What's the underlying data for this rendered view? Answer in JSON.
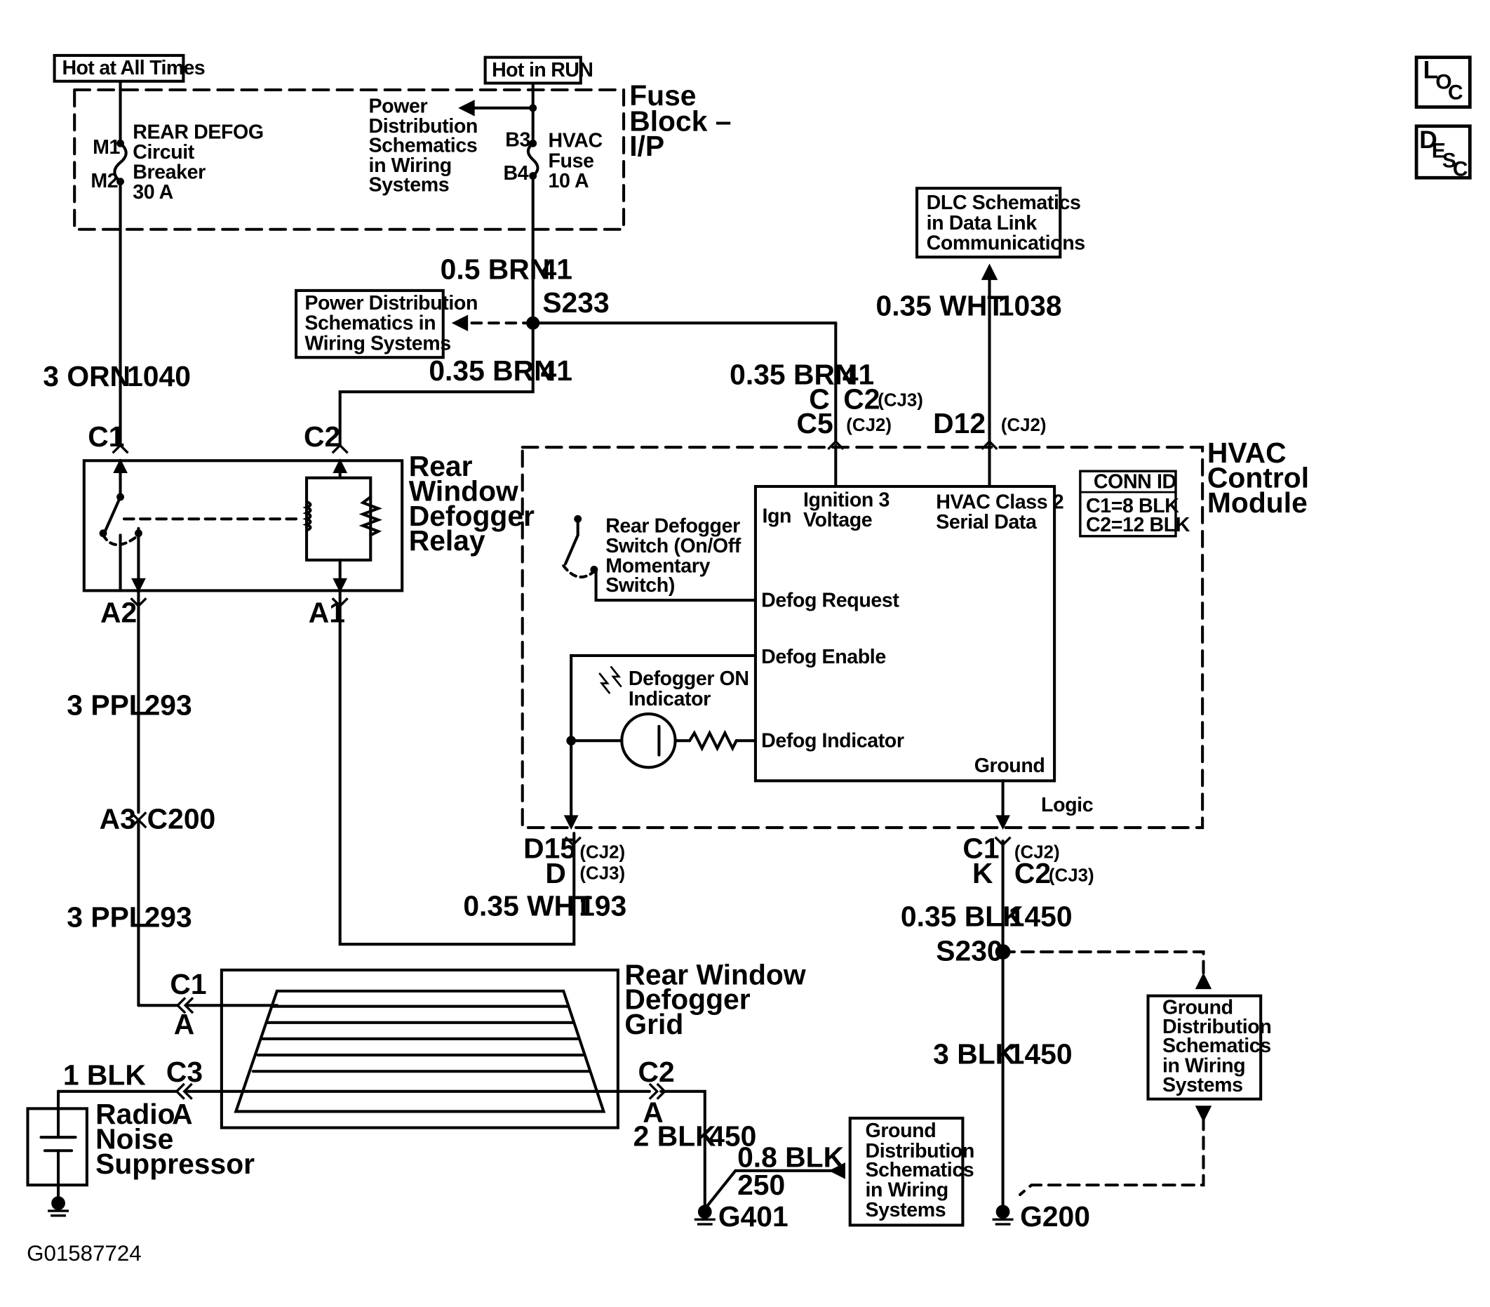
{
  "labels": {
    "hot_at_all_times": "Hot at All Times",
    "hot_in_run": "Hot in RUN",
    "fuse_block": [
      "Fuse",
      "Block –",
      "I/P"
    ],
    "m1": "M1",
    "m2": "M2",
    "rear_defog_breaker": [
      "REAR DEFOG",
      "Circuit",
      "Breaker",
      "30 A"
    ],
    "pd_schematics_top": [
      "Power",
      "Distribution",
      "Schematics",
      "in Wiring",
      "Systems"
    ],
    "b3": "B3",
    "b4": "B4",
    "hvac_fuse": [
      "HVAC",
      "Fuse",
      "10 A"
    ],
    "wire_05_brn": "0.5 BRN",
    "c41_a": "41",
    "s233": "S233",
    "pd_schematics_box": [
      "Power Distribution",
      "Schematics in",
      "Wiring Systems"
    ],
    "wire_3_orn": "3 ORN",
    "c1040": "1040",
    "wire_035_brn_a": "0.35 BRN",
    "c41_b": "41",
    "relay_c1": "C1",
    "relay_c2": "C2",
    "relay_name": [
      "Rear",
      "Window",
      "Defogger",
      "Relay"
    ],
    "relay_a2": "A2",
    "relay_a1": "A1",
    "wire_3_ppl_a": "3 PPL",
    "c293_a": "293",
    "a3": "A3",
    "c200": "C200",
    "wire_3_ppl_b": "3 PPL",
    "c293_b": "293",
    "dlc_schematics": [
      "DLC Schematics",
      "in Data Link",
      "Communications"
    ],
    "wire_035_wht_top": "0.35 WHT",
    "c1038": "1038",
    "wire_035_brn_b": "0.35 BRN",
    "c41_c": "41",
    "pin_c": "C",
    "pin_c2": "C2",
    "cj3": "(CJ3)",
    "pin_c5": "C5",
    "cj2": "(CJ2)",
    "pin_d12": "D12",
    "hvac_module": [
      "HVAC",
      "Control",
      "Module"
    ],
    "conn_id_title": "CONN ID",
    "conn_id_rows": [
      "C1=8 BLK",
      "C2=12 BLK"
    ],
    "ignition3": [
      "Ignition 3",
      "Voltage"
    ],
    "ign": "Ign",
    "hvac_class2": [
      "HVAC Class 2",
      "Serial Data"
    ],
    "rear_defogger_switch": [
      "Rear Defogger",
      "Switch (On/Off",
      "Momentary",
      "Switch)"
    ],
    "defog_request": "Defog Request",
    "defog_enable": "Defog Enable",
    "defogger_on": [
      "Defogger ON",
      "Indicator"
    ],
    "defog_indicator": "Defog Indicator",
    "ground": "Ground",
    "logic": "Logic",
    "pin_d15": "D15",
    "pin_d": "D",
    "wire_035_wht_b": "0.35 WHT",
    "c193": "193",
    "pin_c1_b": "C1",
    "pin_k": "K",
    "pin_c2_b": "C2",
    "wire_035_blk": "0.35 BLK",
    "c1450_a": "1450",
    "s230": "S230",
    "ground_dist_right": [
      "Ground",
      "Distribution",
      "Schematics",
      "in Wiring",
      "Systems"
    ],
    "wire_3_blk": "3 BLK",
    "c1450_b": "1450",
    "grid_c1": "C1",
    "grid_a_left": "A",
    "grid_name": [
      "Rear Window",
      "Defogger",
      "Grid"
    ],
    "wire_1_blk": "1 BLK",
    "grid_c3": "C3",
    "grid_a_c3": "A",
    "grid_c2": "C2",
    "grid_a_c2": "A",
    "radio_noise": [
      "Radio",
      "Noise",
      "Suppressor"
    ],
    "wire_2_blk": "2 BLK",
    "c450": "450",
    "wire_08_blk": "0.8 BLK",
    "c250": "250",
    "ground_dist_bottom": [
      "Ground",
      "Distribution",
      "Schematics",
      "in Wiring",
      "Systems"
    ],
    "g401": "G401",
    "g200": "G200",
    "doc_id": "G01587724",
    "loc_icon": [
      "L",
      "O",
      "C"
    ],
    "desc_icon": [
      "D",
      "E",
      "S",
      "C"
    ]
  }
}
